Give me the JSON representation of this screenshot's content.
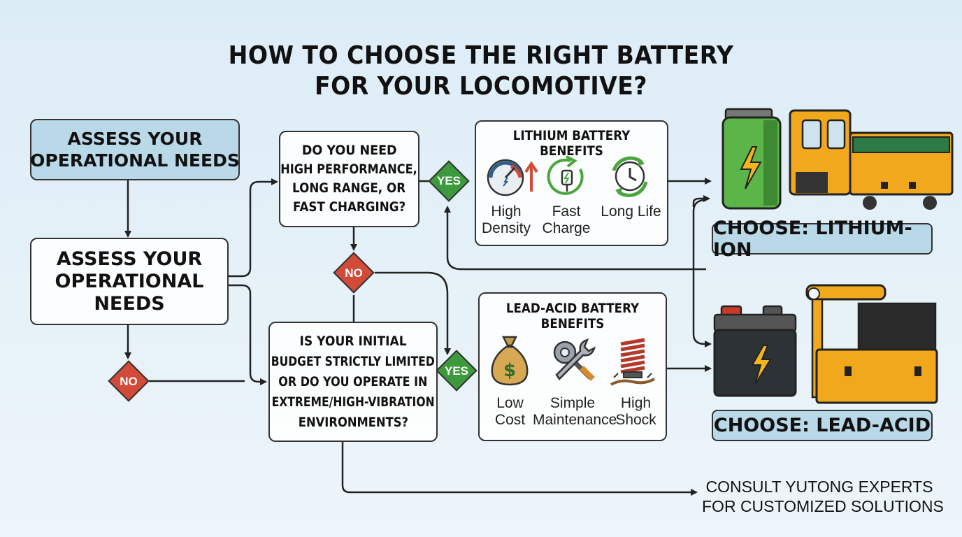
{
  "title": {
    "line1": "HOW TO CHOOSE THE RIGHT BATTERY",
    "line2": "FOR YOUR LOCOMOTIVE?"
  },
  "assess_header": {
    "line1": "ASSESS YOUR",
    "line2": "OPERATIONAL NEEDS"
  },
  "assess_box": {
    "line1": "ASSESS YOUR",
    "line2": "OPERATIONAL",
    "line3": "NEEDS"
  },
  "question1": {
    "line1": "DO YOU NEED",
    "line2": "HIGH PERFORMANCE,",
    "line3": "LONG RANGE, OR",
    "line4": "FAST CHARGING?"
  },
  "question2": {
    "line1": "IS YOUR INITIAL",
    "line2": "BUDGET STRICTLY LIMITED",
    "line3": "OR DO YOU OPERATE IN",
    "line4": "EXTREME/HIGH-VIBRATION",
    "line5": "ENVIRONMENTS?"
  },
  "decisions": {
    "yes_lithium": "YES",
    "no_q1": "NO",
    "no_left": "NO",
    "yes_lead": "YES"
  },
  "lithium_benefits": {
    "title": "LITHIUM BATTERY BENEFITS",
    "items": [
      {
        "icon": "gauge-icon",
        "line1": "High",
        "line2": "Density"
      },
      {
        "icon": "fast-charge-icon",
        "line1": "Fast",
        "line2": "Charge"
      },
      {
        "icon": "clock-icon",
        "line1": "Long Life",
        "line2": ""
      }
    ]
  },
  "lead_benefits": {
    "title": "LEAD-ACID BATTERY BENEFITS",
    "items": [
      {
        "icon": "money-bag-icon",
        "line1": "Low",
        "line2": "Cost"
      },
      {
        "icon": "tools-icon",
        "line1": "Simple",
        "line2": "Maintenance"
      },
      {
        "icon": "spring-icon",
        "line1": "High",
        "line2": "Shock"
      }
    ]
  },
  "choose_lithium": "CHOOSE: LITHIUM-ION",
  "choose_lead": "CHOOSE: LEAD-ACID",
  "consult": {
    "line1": "CONSULT YUTONG EXPERTS",
    "line2": "FOR CUSTOMIZED SOLUTIONS"
  },
  "colors": {
    "yes": "#3c9a3c",
    "no": "#d24a38",
    "header": "#b9d8e8",
    "locomotive": "#f2a81d",
    "lithium_battery": "#5bb548"
  }
}
